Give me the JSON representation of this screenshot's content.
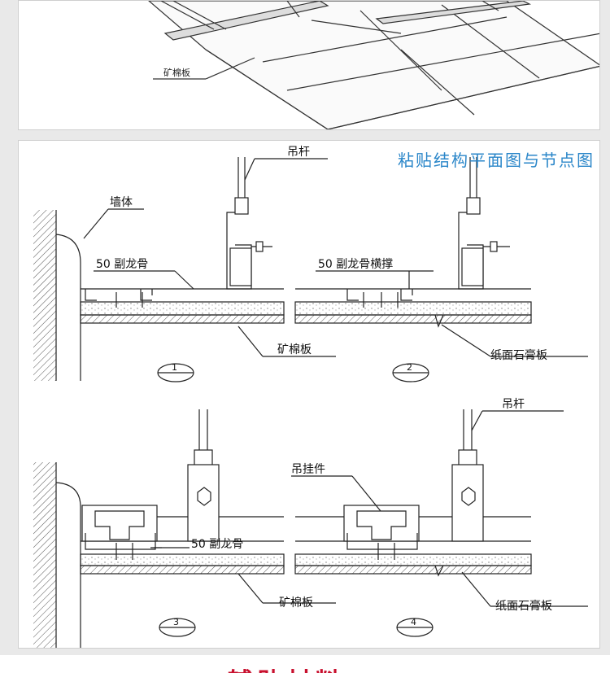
{
  "top_panel": {
    "label_mineral_board": "矿棉板"
  },
  "main_panel": {
    "heading": "粘贴结构平面图与节点图",
    "d1": {
      "label_wall": "墙体",
      "label_rod": "吊杆",
      "label_main": "50 副龙骨",
      "label_board": "矿棉板",
      "number": "1"
    },
    "d2": {
      "label_main": "50 副龙骨横撑",
      "label_gypsum": "纸面石膏板",
      "number": "2"
    },
    "d3": {
      "label_main": "50 副龙骨",
      "label_board": "矿棉板",
      "number": "3"
    },
    "d4": {
      "label_rod": "吊杆",
      "label_hanger": "吊挂件",
      "label_gypsum": "纸面石膏板",
      "number": "4"
    }
  },
  "bottom_strip": {
    "title": "辅助材料"
  }
}
